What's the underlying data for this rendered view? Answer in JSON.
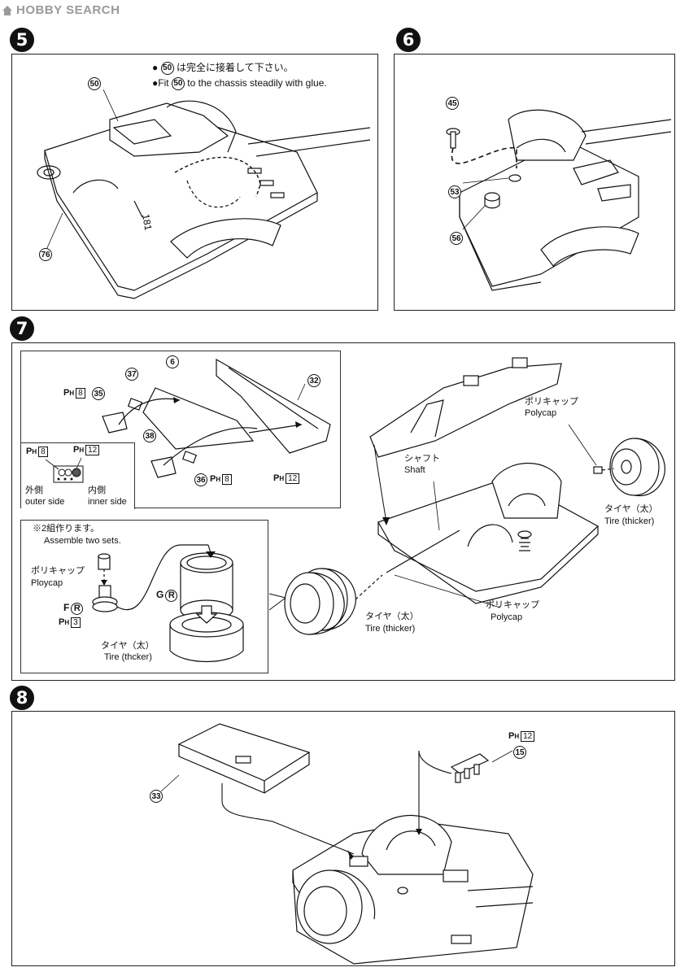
{
  "watermark": {
    "brand": "HOBBY SEARCH"
  },
  "steps": {
    "s5": {
      "number": "5",
      "note_jp": "は完全に接着して下さい。",
      "note_en_pre": "Fit",
      "note_en_post": "to the chassis steadily with glue.",
      "note_part": "50",
      "parts": [
        "50",
        "76"
      ]
    },
    "s6": {
      "number": "6",
      "parts": [
        "45",
        "53",
        "56"
      ]
    },
    "s7": {
      "number": "7",
      "parts": {
        "p37": "37",
        "p35": "35",
        "p6": "6",
        "p32": "32",
        "p38": "38",
        "p36": "36"
      },
      "ph": {
        "a": "8",
        "b": "12",
        "c": "8",
        "d": "8",
        "e": "12",
        "f": "3"
      },
      "outer_jp": "外側",
      "outer_en": "outer side",
      "inner_jp": "内側",
      "inner_en": "inner side",
      "two_sets_jp": "※2組作ります。",
      "two_sets_en": "Assemble two sets.",
      "polycap_jp": "ポリキャップ",
      "polycap_en_small": "Ploycap",
      "letter_f": "F",
      "letter_g": "G",
      "letter_r": "R",
      "tire_jp": "タイヤ（太）",
      "tire_en_small": "Tire (thcker)",
      "shaft_jp": "シャフト",
      "shaft_en": "Shaft",
      "polycap_top_jp": "ポリキャップ",
      "polycap_top_en": "Polycap",
      "tire_right_jp": "タイヤ（太）",
      "tire_right_en": "Tire (thicker)",
      "tire_bottom_jp": "タイヤ（太）",
      "tire_bottom_en": "Tire (thicker)",
      "polycap_bottom_jp": "ポリキャップ",
      "polycap_bottom_en": "Polycap"
    },
    "s8": {
      "number": "8",
      "parts": [
        "33",
        "15"
      ],
      "ph": "12"
    }
  }
}
